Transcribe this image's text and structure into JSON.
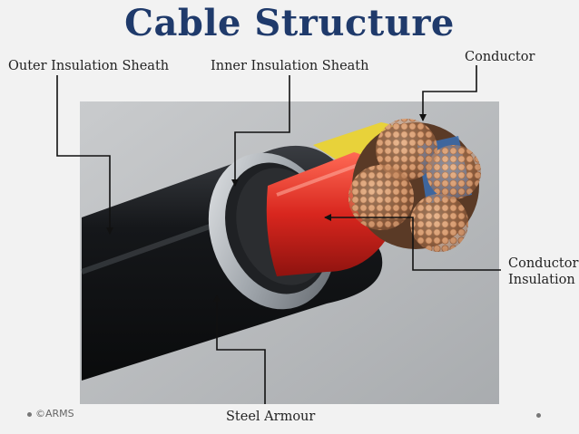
{
  "title": "Cable Structure",
  "labels": {
    "outer_sheath": "Outer Insulation Sheath",
    "inner_sheath": "Inner Insulation Sheath",
    "conductor": "Conductor",
    "conductor_insulation_line1": "Conductor",
    "conductor_insulation_line2": "Insulation",
    "steel_armour": "Steel Armour"
  },
  "footer": {
    "credit": "©ARMS"
  },
  "colors": {
    "title": "#1f3a6b",
    "outer_sheath": "#1a1c1f",
    "red_core": "#d8261e",
    "yellow_core": "#e8d23a",
    "copper": "#c98a5e",
    "blue_tape": "#3a6fb3",
    "armour": "#9aa0a6"
  }
}
